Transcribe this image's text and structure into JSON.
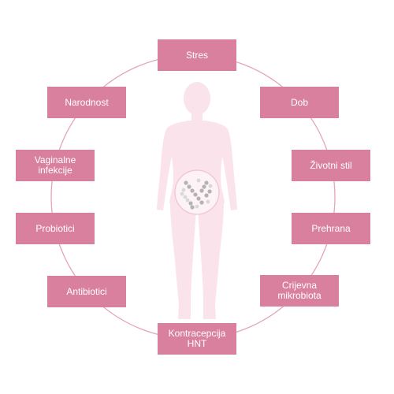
{
  "colors": {
    "box_fill": "#d9809f",
    "box_text": "#ffffff",
    "ring": "#e6a3bb",
    "silhouette": "#fbe3ec",
    "bacteria_gray": "#b3b3b3",
    "bacteria_light": "#d8d8d8",
    "lens_fill": "#fdf3f7"
  },
  "factors": {
    "top": "Stres",
    "top_right": "Dob",
    "upper_right": "Životni stil",
    "lower_right": "Prehrana",
    "bottom_right": "Crijevna\nmikrobiota",
    "bottom": "Kontracepcija\nHNT",
    "bottom_left": "Antibiotici",
    "lower_left": "Probiotici",
    "upper_left": "Vaginalne\ninfekcije",
    "top_left": "Narodnost"
  },
  "icons": {
    "figure": "female-silhouette-icon",
    "microbiome": "bacteria-cluster-icon"
  }
}
